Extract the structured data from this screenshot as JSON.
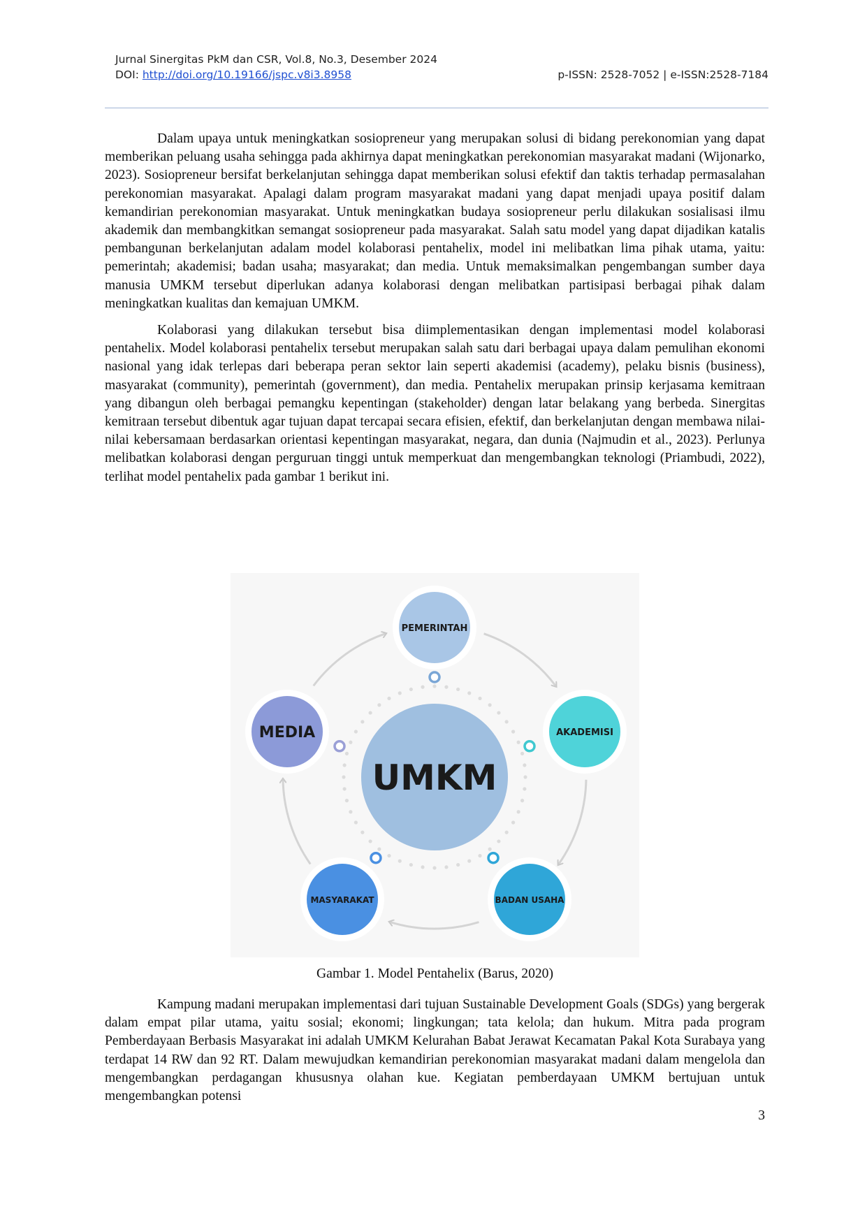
{
  "header": {
    "journal": "Jurnal Sinergitas PkM dan CSR, Vol.8, No.3, Desember 2024",
    "doi_label": "DOI: ",
    "doi_link": "http://doi.org/10.19166/jspc.v8i3.8958",
    "issn": "p-ISSN: 2528-7052 | e-ISSN:2528-7184"
  },
  "paragraphs": [
    "Dalam upaya untuk meningkatkan sosiopreneur yang merupakan solusi di bidang perekonomian yang dapat memberikan peluang usaha sehingga pada akhirnya dapat meningkatkan perekonomian masyarakat madani (Wijonarko, 2023). Sosiopreneur bersifat berkelanjutan sehingga dapat memberikan solusi efektif dan taktis terhadap permasalahan perekonomian masyarakat. Apalagi dalam program masyarakat madani yang dapat menjadi upaya positif dalam kemandirian perekonomian masyarakat. Untuk meningkatkan budaya sosiopreneur perlu dilakukan sosialisasi ilmu akademik dan membangkitkan semangat sosiopreneur pada masyarakat. Salah satu model yang dapat dijadikan katalis pembangunan berkelanjutan adalam model kolaborasi pentahelix, model ini melibatkan lima pihak utama, yaitu: pemerintah; akademisi; badan usaha; masyarakat; dan media. Untuk memaksimalkan pengembangan sumber daya manusia UMKM tersebut diperlukan adanya kolaborasi dengan melibatkan partisipasi berbagai pihak dalam meningkatkan kualitas dan kemajuan UMKM.",
    "Kolaborasi yang dilakukan tersebut bisa diimplementasikan dengan implementasi model kolaborasi pentahelix. Model kolaborasi pentahelix tersebut merupakan salah satu dari berbagai upaya dalam pemulihan ekonomi nasional yang idak terlepas dari beberapa peran sektor lain seperti akademisi (academy), pelaku bisnis (business), masyarakat (community), pemerintah (government), dan media. Pentahelix merupakan prinsip kerjasama kemitraan yang dibangun oleh berbagai pemangku kepentingan (stakeholder) dengan latar belakang yang berbeda. Sinergitas kemitraan tersebut dibentuk agar tujuan dapat tercapai secara efisien, efektif, dan berkelanjutan dengan membawa nilai-nilai kebersamaan berdasarkan orientasi kepentingan masyarakat, negara, dan dunia (Najmudin et al., 2023). Perlunya melibatkan kolaborasi dengan perguruan tinggi untuk memperkuat dan mengembangkan teknologi (Priambudi, 2022), terlihat model pentahelix pada gambar 1 berikut ini."
  ],
  "figure": {
    "center_label": "UMKM",
    "nodes": [
      {
        "label": "PEMERINTAH",
        "color": "#a9c6e6"
      },
      {
        "label": "AKADEMISI",
        "color": "#4fd3d9"
      },
      {
        "label": "BADAN USAHA",
        "color": "#2fa6d8"
      },
      {
        "label": "MASYARAKAT",
        "color": "#4a90e2"
      },
      {
        "label": "MEDIA",
        "color": "#8c9ad8"
      }
    ],
    "center_color": "#9fbfe0",
    "caption": "Gambar 1. Model Pentahelix (Barus, 2020)"
  },
  "paragraphs_after": [
    "Kampung madani merupakan implementasi dari tujuan Sustainable Development Goals (SDGs) yang bergerak dalam empat pilar utama, yaitu sosial; ekonomi; lingkungan; tata kelola; dan hukum. Mitra pada program Pemberdayaan Berbasis Masyarakat ini adalah UMKM Kelurahan Babat Jerawat Kecamatan Pakal Kota Surabaya yang terdapat 14 RW dan 92 RT. Dalam mewujudkan kemandirian perekonomian masyarakat madani dalam mengelola dan mengembangkan perdagangan khususnya olahan kue. Kegiatan pemberdayaan UMKM bertujuan untuk mengembangkan potensi"
  ],
  "page_number": "3"
}
